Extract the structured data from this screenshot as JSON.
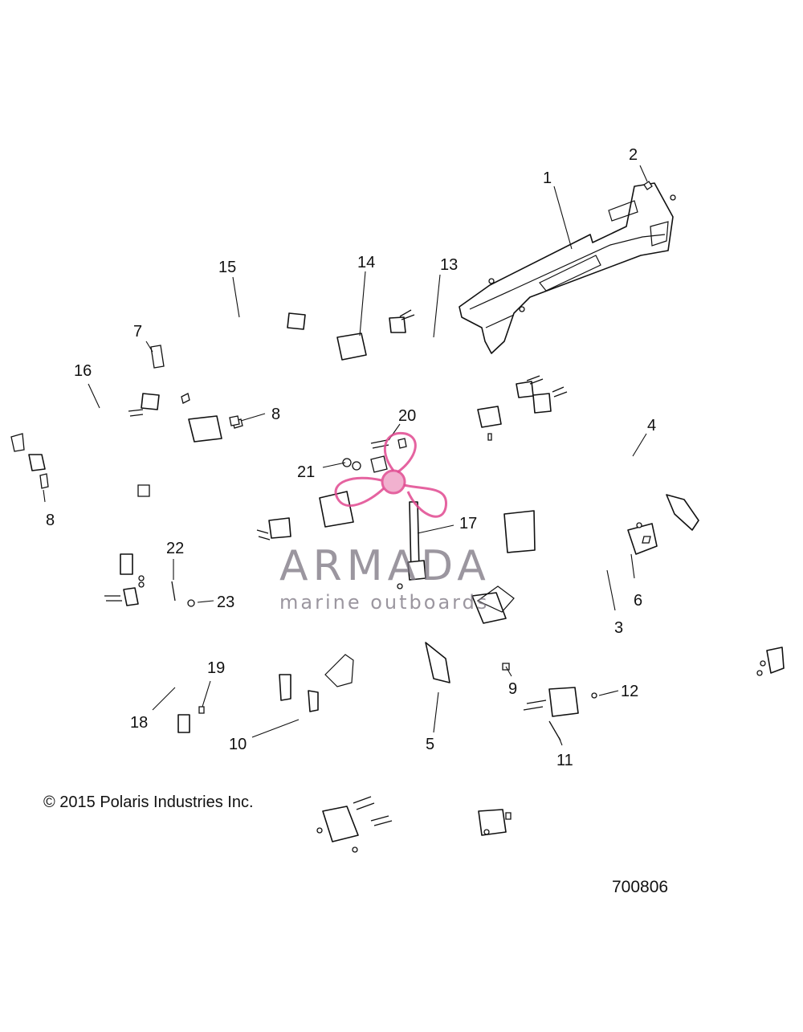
{
  "callouts": [
    "1",
    "2",
    "3",
    "4",
    "5",
    "6",
    "7",
    "8",
    "8",
    "9",
    "10",
    "11",
    "12",
    "13",
    "14",
    "15",
    "16",
    "17",
    "18",
    "19",
    "20",
    "21",
    "22",
    "23"
  ],
  "copyright": "© 2015 Polaris Industries Inc.",
  "diagram_id": "700806",
  "watermark": {
    "brand": "ARMADA",
    "tagline": "marine outboards",
    "logo_color": "#e0488f",
    "text_color": "#7a7480"
  }
}
